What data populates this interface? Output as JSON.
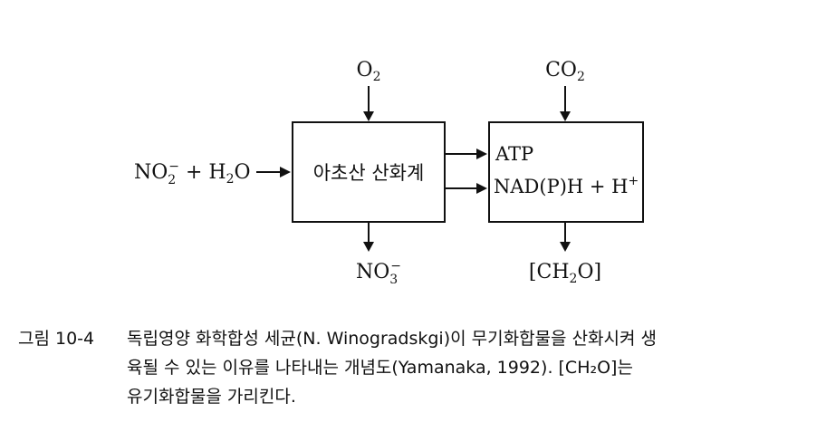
{
  "box1": {
    "label": "아초산 산화계",
    "input_top": [
      "O",
      "2"
    ],
    "output_bottom": [
      "NO",
      "3",
      "−"
    ],
    "input_left": [
      "NO",
      "2",
      "−",
      " + H",
      "2",
      "O"
    ]
  },
  "box2": {
    "line1": "ATP",
    "line2": "NAD(P)H + H",
    "line2_sup": "+",
    "input_top": [
      "CO",
      "2"
    ],
    "output_bottom": [
      "[CH",
      "2",
      "O]"
    ]
  },
  "caption": {
    "label": "그림 10-4",
    "line1": "독립영양 화학합성 세균(N. Winogradskgi)이 무기화합물을 산화시켜 생",
    "line2": "육될 수 있는 이유를 나타내는 개념도(Yamanaka, 1992). [CH₂O]는",
    "line3": "유기화합물을 가리킨다."
  }
}
